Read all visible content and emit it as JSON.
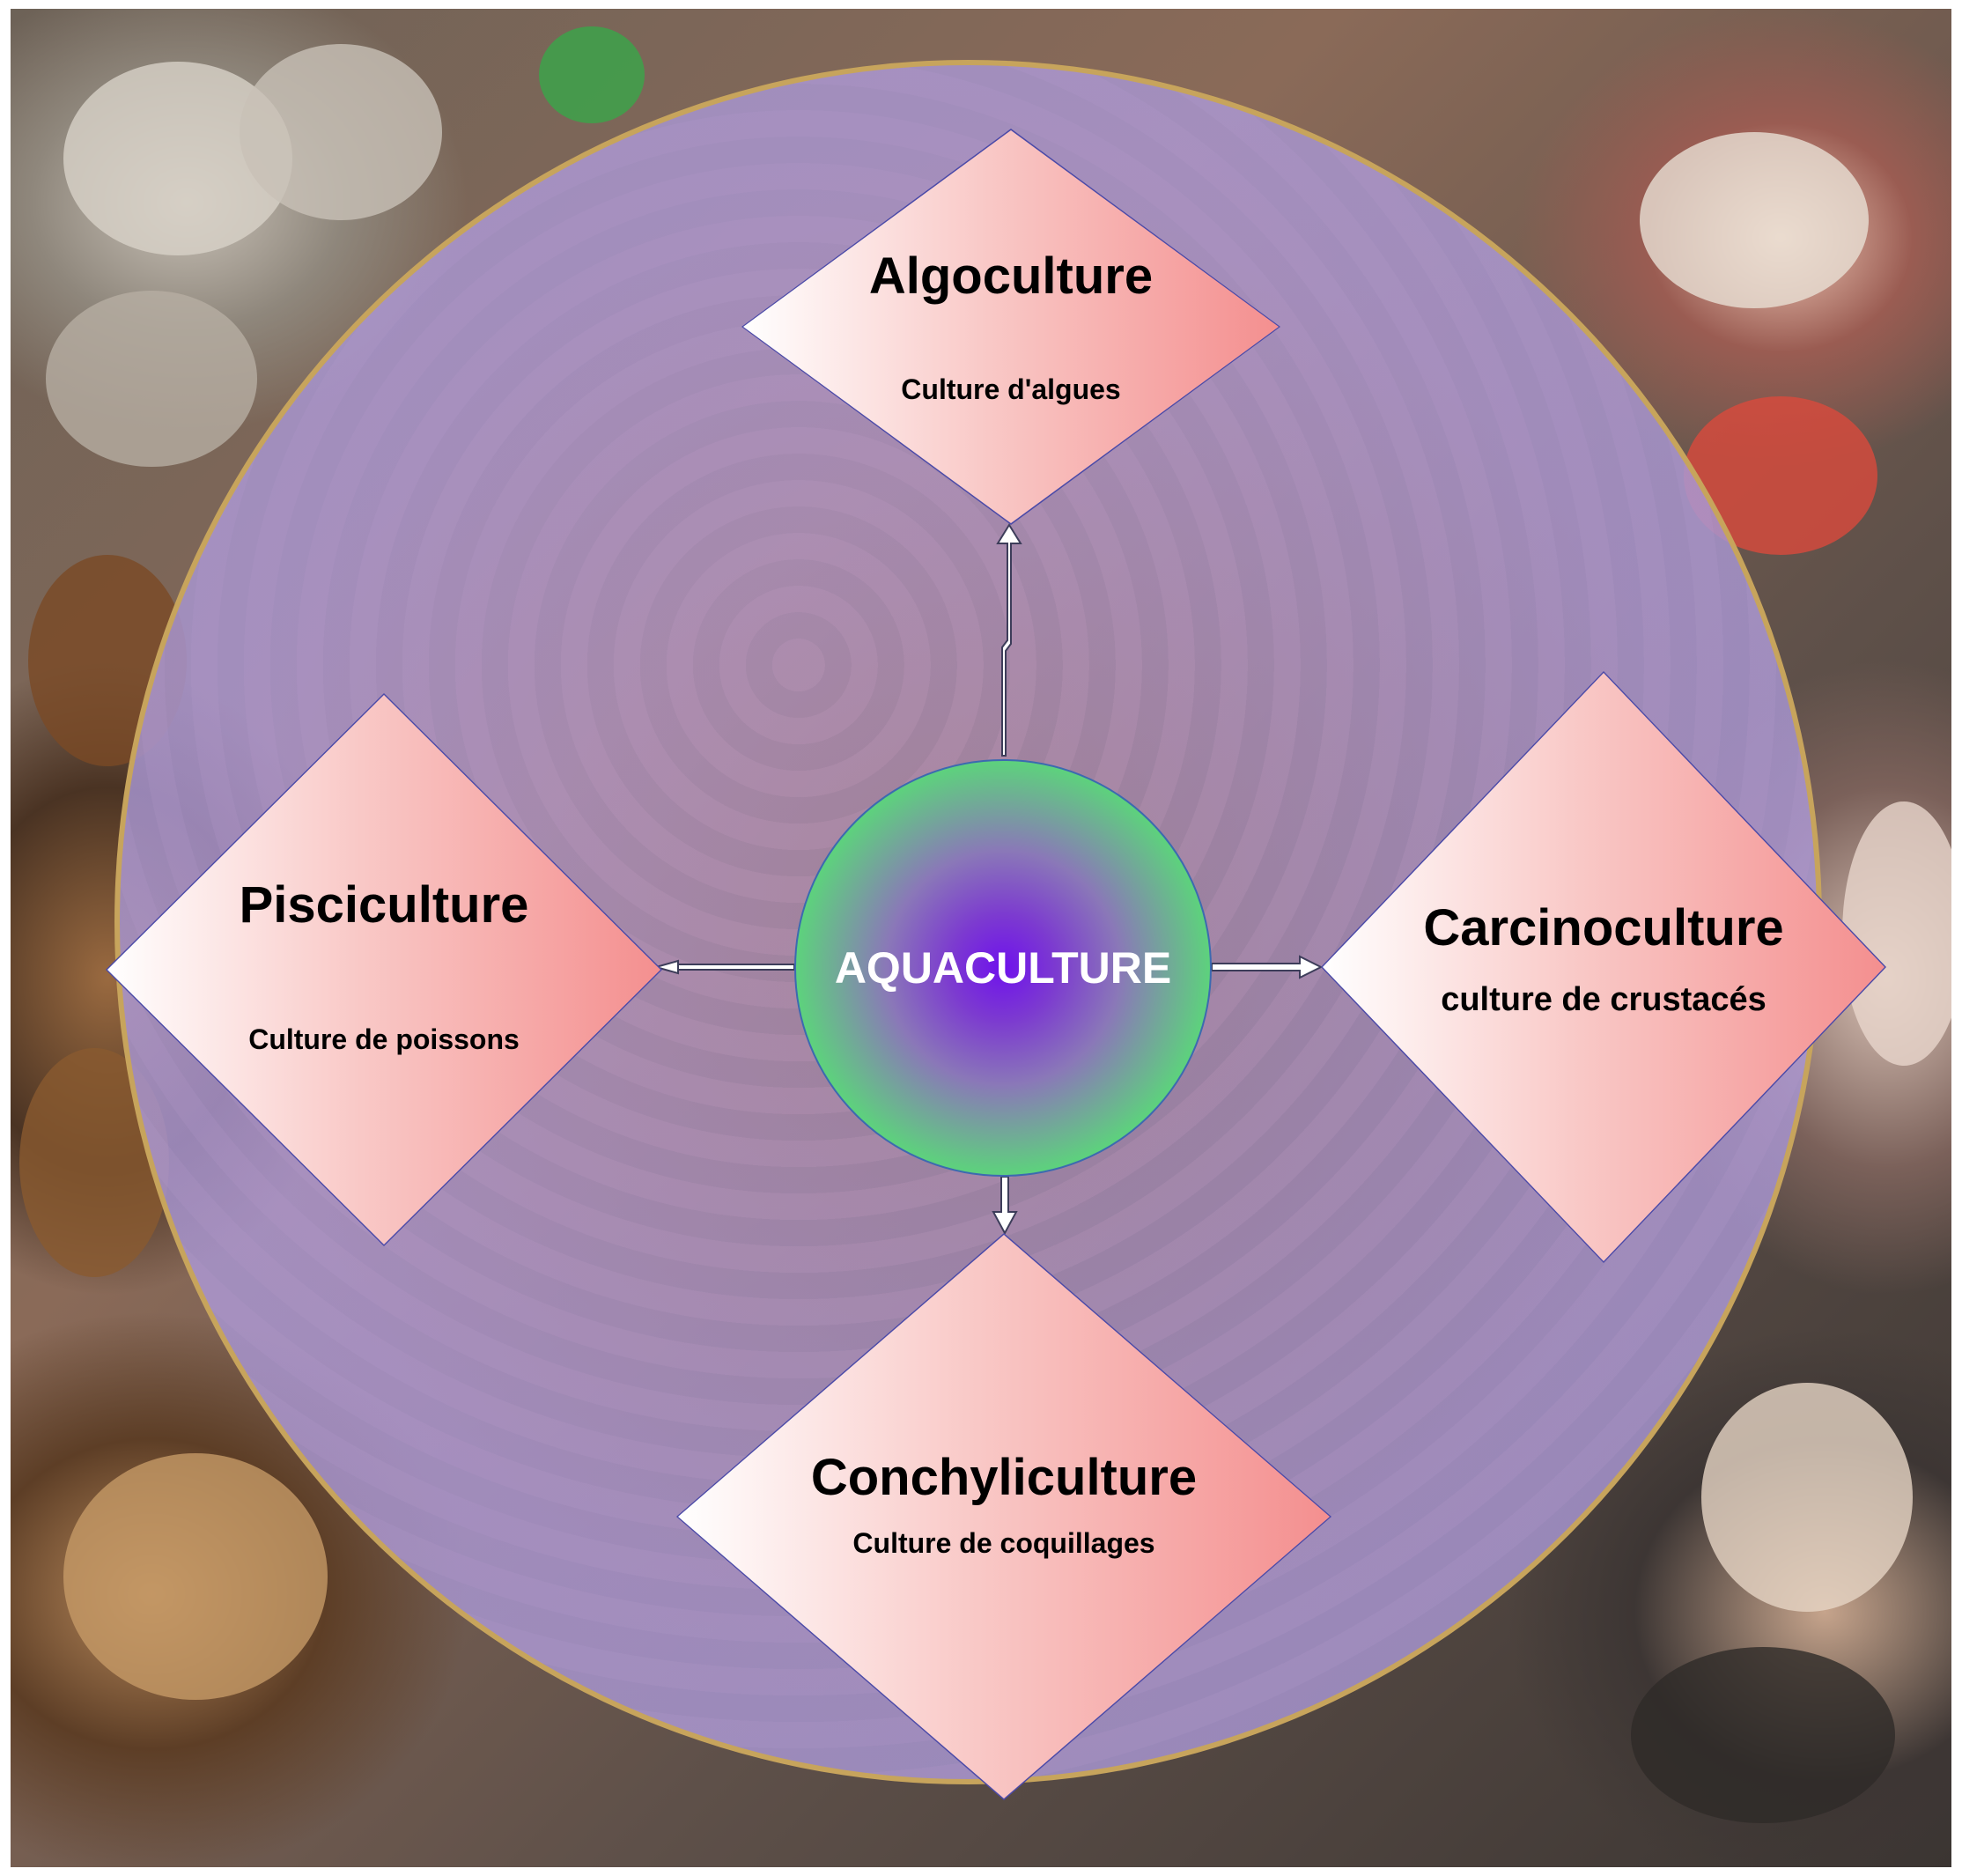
{
  "hub": {
    "label": "AQUACULTURE"
  },
  "branches": {
    "top": {
      "title": "Algoculture",
      "subtitle": "Culture d'algues"
    },
    "left": {
      "title": "Pisciculture",
      "subtitle": "Culture de poissons"
    },
    "right": {
      "title": "Carcinoculture",
      "subtitle": "culture de crustacés"
    },
    "bottom": {
      "title": "Conchyliculture",
      "subtitle": "Culture de coquillages"
    }
  },
  "colors": {
    "ring": "#c7a45c",
    "diamond_gradient": [
      "#ffffff",
      "#f48f8f"
    ],
    "hub_center": "#6f12ec",
    "hub_edge": "#3fe87a",
    "hub_text": "#ffffff"
  }
}
